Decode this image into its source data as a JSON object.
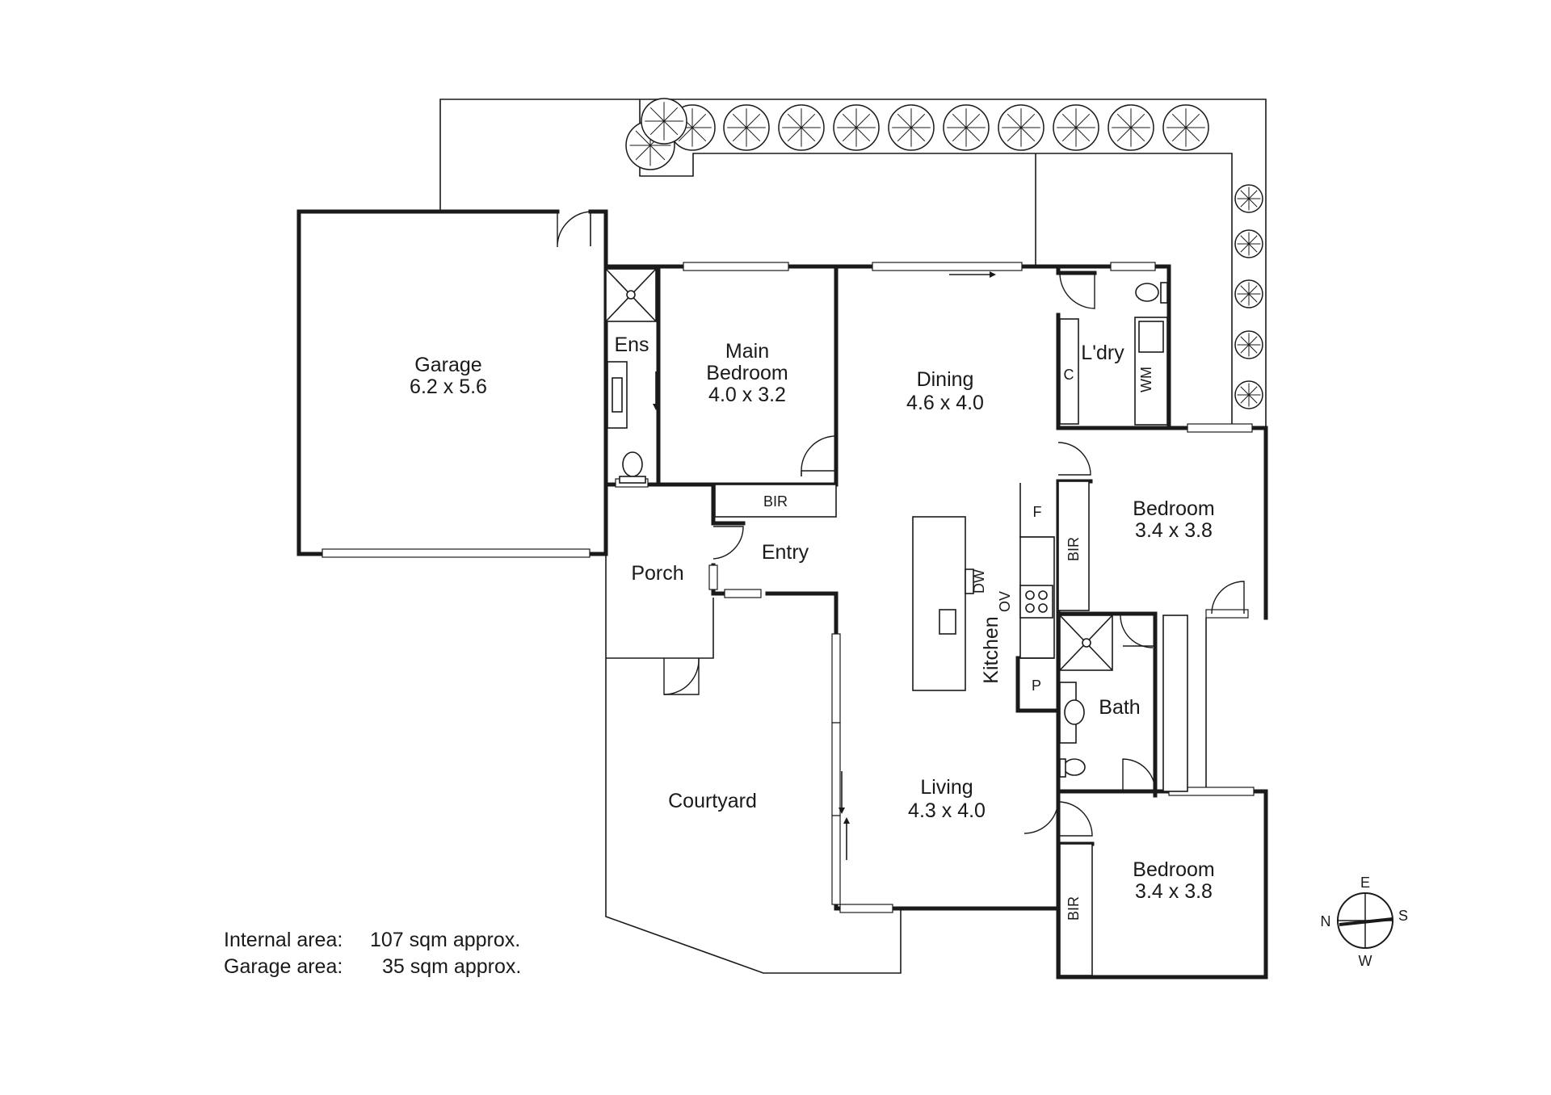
{
  "rooms": {
    "garage": {
      "name": "Garage",
      "size": "6.2 x 5.6"
    },
    "ensuite": {
      "name": "Ens"
    },
    "main_bedroom": {
      "name_line1": "Main",
      "name_line2": "Bedroom",
      "size": "4.0 x 3.2"
    },
    "main_bir": {
      "name": "BIR"
    },
    "dining": {
      "name": "Dining",
      "size": "4.6 x 4.0"
    },
    "laundry": {
      "name": "L'dry",
      "cupboard": "C",
      "washing_machine": "WM"
    },
    "bedroom_2": {
      "name": "Bedroom",
      "size": "3.4 x 3.8",
      "bir": "BIR"
    },
    "entry": {
      "name": "Entry"
    },
    "porch": {
      "name": "Porch"
    },
    "kitchen": {
      "name": "Kitchen",
      "fridge": "F",
      "dishwasher": "DW",
      "oven": "OV",
      "pantry": "P"
    },
    "bath": {
      "name": "Bath"
    },
    "courtyard": {
      "name": "Courtyard"
    },
    "living": {
      "name": "Living",
      "size": "4.3 x 4.0"
    },
    "bedroom_3": {
      "name": "Bedroom",
      "size": "3.4 x 3.8",
      "bir": "BIR"
    }
  },
  "areas": {
    "internal_label": "Internal area:",
    "internal_value": "107 sqm approx.",
    "garage_label": "Garage area:",
    "garage_value": "35 sqm approx."
  },
  "compass": {
    "north": "N",
    "east": "E",
    "south": "S",
    "west": "W"
  }
}
